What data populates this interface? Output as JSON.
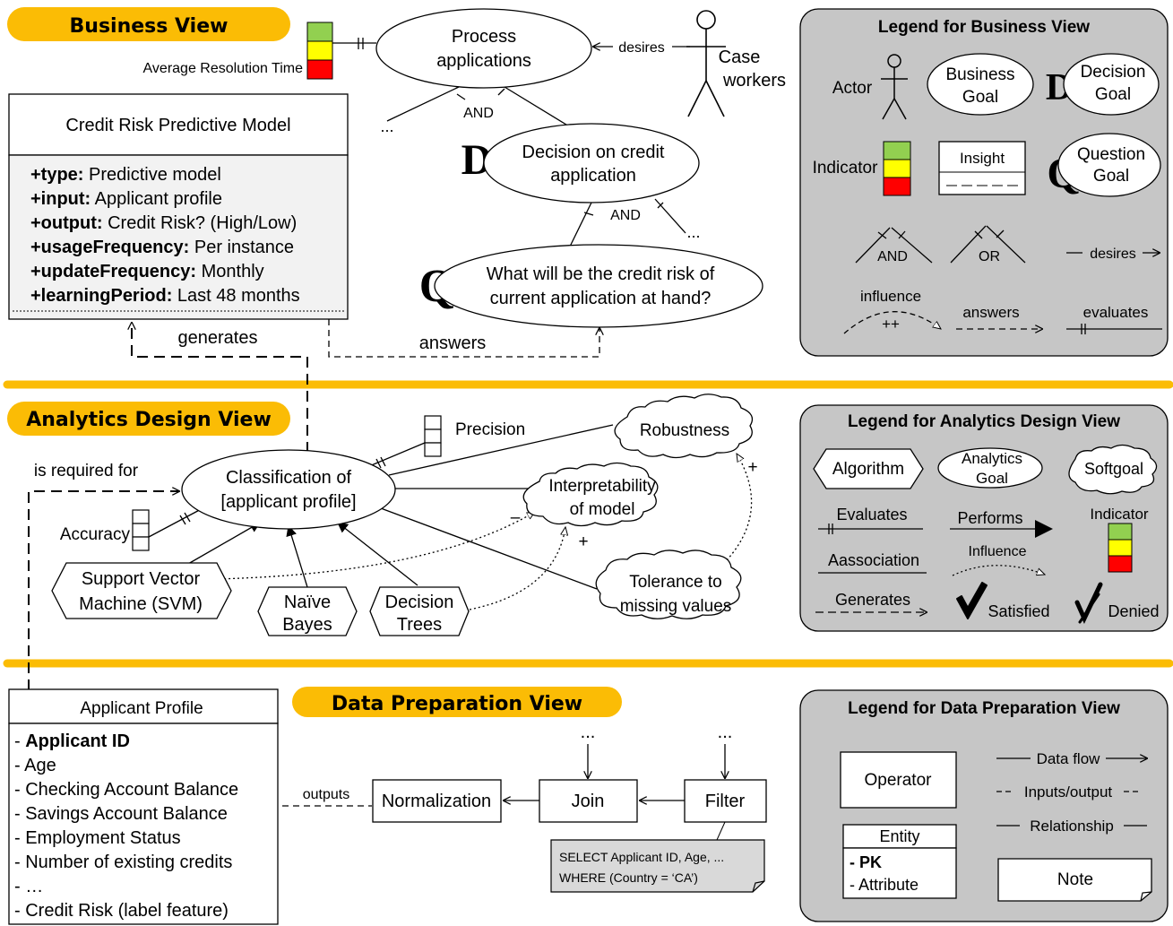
{
  "banners": {
    "business": "Business View",
    "analytics": "Analytics Design View",
    "data": "Data Preparation View"
  },
  "colors": {
    "banner": "#FBBC05",
    "legend_bg": "#C6C6C6",
    "green": "#92D050",
    "yellow": "#FFFF00",
    "red": "#FF0000",
    "model_attr_bg": "#F2F2F2",
    "note_bg": "#D9D9D9"
  },
  "business": {
    "avg_resolution": "Average Resolution Time",
    "process_line1": "Process",
    "process_line2": "applications",
    "desires": "desires",
    "case_line1": "Case",
    "case_line2": "workers",
    "ellipsis_left": "...",
    "and1": "AND",
    "decision_line1": "Decision on credit",
    "decision_line2": "application",
    "and2": "AND",
    "ellipsis_right": "...",
    "question_line1": "What will be the credit risk of",
    "question_line2": "current application at hand?",
    "answers": "answers",
    "generates": "generates",
    "d_glyph": "D",
    "q_glyph": "Q"
  },
  "model": {
    "title": "Credit Risk Predictive Model",
    "attrs": [
      {
        "key": "+type:",
        "val": " Predictive model"
      },
      {
        "key": "+input:",
        "val": " Applicant profile"
      },
      {
        "key": "+output:",
        "val": " Credit Risk? (High/Low)"
      },
      {
        "key": "+usageFrequency:",
        "val": " Per instance"
      },
      {
        "key": "+updateFrequency:",
        "val": " Monthly"
      },
      {
        "key": "+learningPeriod:",
        "val": " Last 48 months"
      }
    ]
  },
  "legend_business": {
    "title": "Legend for Business View",
    "actor": "Actor",
    "bgoal_line1": "Business",
    "bgoal_line2": "Goal",
    "dgoal_line1": "Decision",
    "dgoal_line2": "Goal",
    "indicator": "Indicator",
    "insight": "Insight",
    "qgoal_line1": "Question",
    "qgoal_line2": "Goal",
    "and": "AND",
    "or": "OR",
    "desires": "desires",
    "influence": "influence",
    "plusplus": "++",
    "answers": "answers",
    "evaluates": "evaluates",
    "d_glyph": "D",
    "q_glyph": "Q"
  },
  "analytics": {
    "precision": "Precision",
    "robustness": "Robustness",
    "is_required_for": "is required for",
    "class_line1": "Classification of",
    "class_line2": "[applicant profile]",
    "interp_line1": "Interpretability",
    "interp_line2": "of model",
    "accuracy": "Accuracy",
    "minus": "–",
    "plus1": "+",
    "plus2": "+",
    "svm_line1": "Support Vector",
    "svm_line2": "Machine (SVM)",
    "nb_line1": "Naïve",
    "nb_line2": "Bayes",
    "dt_line1": "Decision",
    "dt_line2": "Trees",
    "tol_line1": "Tolerance to",
    "tol_line2": "missing values"
  },
  "legend_analytics": {
    "title": "Legend for Analytics Design View",
    "algorithm": "Algorithm",
    "agoal_line1": "Analytics",
    "agoal_line2": "Goal",
    "softgoal": "Softgoal",
    "evaluates": "Evaluates",
    "performs": "Performs",
    "indicator": "Indicator",
    "association": "Aassociation",
    "influence": "Influence",
    "generates": "Generates",
    "satisfied": "Satisfied",
    "denied": "Denied"
  },
  "data_prep": {
    "profile_title": "Applicant Profile",
    "profile_rows": [
      {
        "prefix": "- ",
        "text": "Applicant ID",
        "bold": true
      },
      {
        "prefix": "- ",
        "text": "Age",
        "bold": false
      },
      {
        "prefix": "- ",
        "text": "Checking Account Balance",
        "bold": false
      },
      {
        "prefix": "- ",
        "text": "Savings Account Balance",
        "bold": false
      },
      {
        "prefix": "- ",
        "text": "Employment Status",
        "bold": false
      },
      {
        "prefix": "- ",
        "text": "Number of existing credits",
        "bold": false
      },
      {
        "prefix": "- ",
        "text": "…",
        "bold": false
      },
      {
        "prefix": "- ",
        "text": "Credit Risk (label feature)",
        "bold": false
      }
    ],
    "outputs": "outputs",
    "normalization": "Normalization",
    "join": "Join",
    "filter": "Filter",
    "ellipsis_join": "...",
    "ellipsis_filter": "...",
    "note_line1": "SELECT Applicant ID, Age, ...",
    "note_line2": "WHERE (Country = ‘CA’)"
  },
  "legend_data": {
    "title": "Legend for Data Preparation View",
    "operator": "Operator",
    "data_flow": "Data flow",
    "inputs_output": "Inputs/output",
    "entity": "Entity",
    "relationship": "Relationship",
    "pk": "- PK",
    "attribute": "- Attribute",
    "note": "Note"
  }
}
